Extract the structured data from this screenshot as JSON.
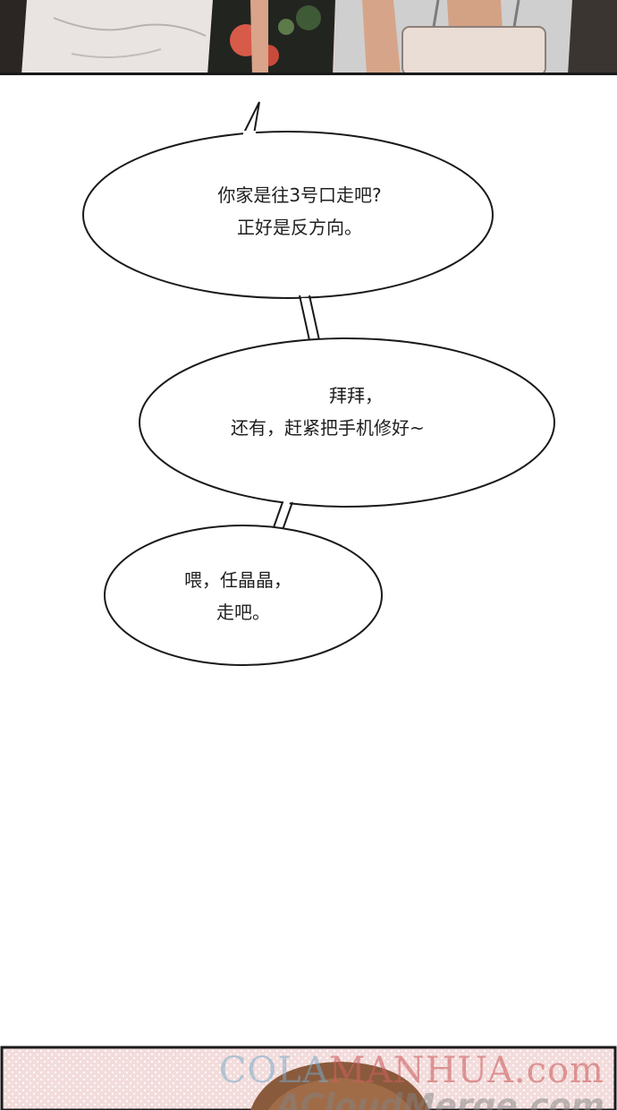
{
  "bubbles": {
    "first": {
      "line1": "你家是往3号口走吧?",
      "line2": "正好是反方向。"
    },
    "second": {
      "line1": "拜拜，",
      "line2": "还有，赶紧把手机修好~"
    },
    "third": {
      "line1": "喂，任晶晶，",
      "line2": "走吧。"
    }
  },
  "watermark": {
    "brand_cola": "COLA",
    "brand_manhua": "MANHUA.com",
    "brand_line2": "ACloudMerge.com"
  },
  "colors": {
    "bubble_stroke": "#1a1a1a",
    "text": "#1f1f1f",
    "panel_border": "#1a1a1a",
    "bottom_panel_bg": "#f3dcdc"
  }
}
